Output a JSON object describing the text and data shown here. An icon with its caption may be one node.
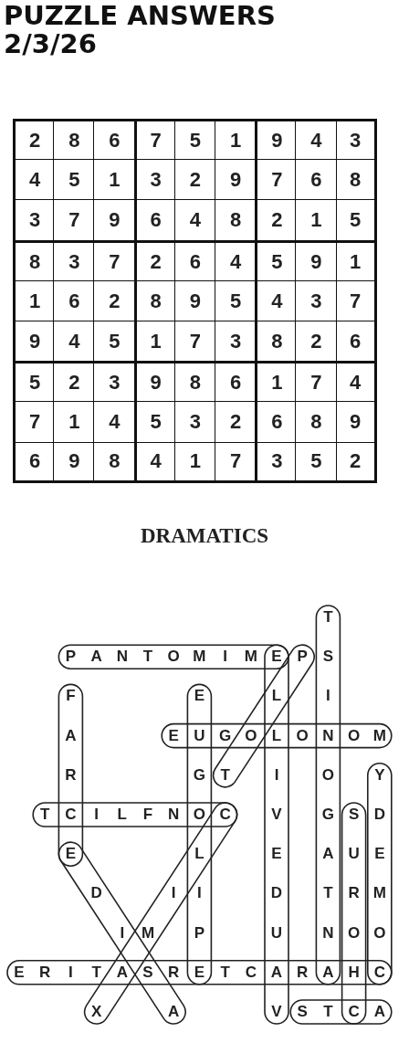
{
  "diagram": {
    "title": "PUZZLE ANSWERS 2/3/26",
    "labels": [
      "2",
      "8",
      "6",
      "7",
      "5",
      "1",
      "9",
      "4",
      "3",
      "4",
      "5",
      "1",
      "3",
      "2",
      "9",
      "7",
      "6",
      "8",
      "3",
      "7",
      "9",
      "6",
      "4",
      "8",
      "2",
      "1",
      "5",
      "8",
      "3",
      "7",
      "2",
      "6",
      "4",
      "5",
      "9",
      "1",
      "1",
      "6",
      "2",
      "8",
      "9",
      "5",
      "4",
      "3",
      "7",
      "9",
      "4",
      "5",
      "1",
      "7",
      "3",
      "8",
      "2",
      "6",
      "5",
      "2",
      "3",
      "9",
      "8",
      "6",
      "1",
      "7",
      "4",
      "7",
      "1",
      "4",
      "5",
      "3",
      "2",
      "6",
      "8",
      "9",
      "6",
      "9",
      "8",
      "4",
      "1",
      "7",
      "3",
      "5",
      "2",
      "DRAMATICS",
      "T",
      "P",
      "A",
      "N",
      "T",
      "O",
      "M",
      "I",
      "M",
      "E",
      "P",
      "S",
      "F",
      "E",
      "L",
      "I",
      "A",
      "E",
      "U",
      "G",
      "O",
      "L",
      "O",
      "N",
      "O",
      "M",
      "R",
      "G",
      "T",
      "I",
      "O",
      "Y",
      "T",
      "C",
      "I",
      "L",
      "F",
      "N",
      "O",
      "C",
      "V",
      "G",
      "S",
      "D",
      "E",
      "L",
      "E",
      "A",
      "U",
      "E",
      "D",
      "I",
      "I",
      "D",
      "T",
      "R",
      "M",
      "I",
      "M",
      "P",
      "U",
      "N",
      "O",
      "O",
      "E",
      "R",
      "I",
      "T",
      "A",
      "S",
      "R",
      "E",
      "T",
      "C",
      "A",
      "R",
      "A",
      "H",
      "C",
      "X",
      "A",
      "V",
      "S",
      "T",
      "C",
      "A"
    ]
  }
}
